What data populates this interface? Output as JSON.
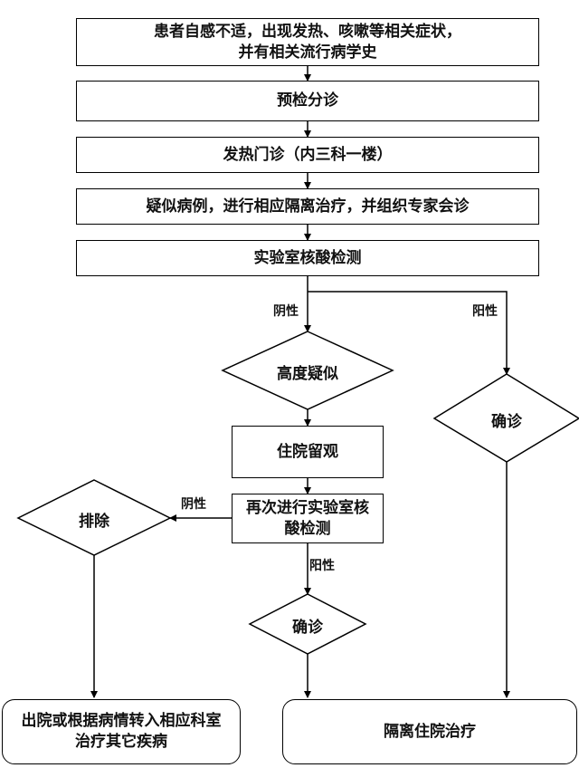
{
  "nodes": {
    "symptoms": "患者自感不适，出现发热、咳嗽等相关症状，\n并有相关流行病学史",
    "triage": "预检分诊",
    "fever_clinic": "发热门诊（内三科一楼）",
    "suspected": "疑似病例，进行相应隔离治疗，并组织专家会诊",
    "lab_test": "实验室核酸检测",
    "highly_suspected": "高度疑似",
    "confirmed_right": "确诊",
    "observation": "住院留观",
    "retest": "再次进行实验室核\n酸检测",
    "excluded": "排除",
    "confirmed_center": "确诊",
    "discharge": "出院或根据病情转入相应科室\n治疗其它疾病",
    "isolation": "隔离住院治疗"
  },
  "edges": {
    "negative_1": "阴性",
    "positive_1": "阳性",
    "negative_2": "阴性",
    "positive_2": "阳性"
  }
}
